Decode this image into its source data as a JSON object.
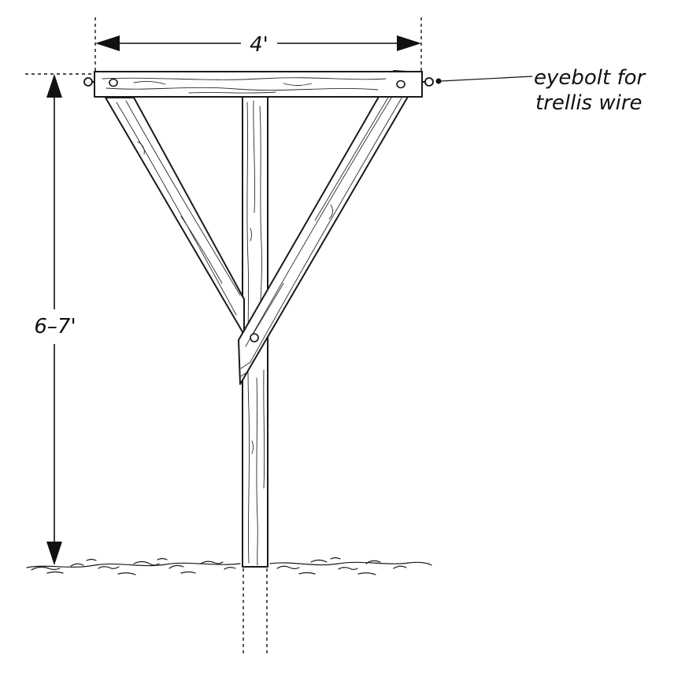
{
  "dimensions": {
    "width_label": "4'",
    "height_label": "6–7'"
  },
  "callout": {
    "line1": "eyebolt for",
    "line2": "trellis wire"
  }
}
